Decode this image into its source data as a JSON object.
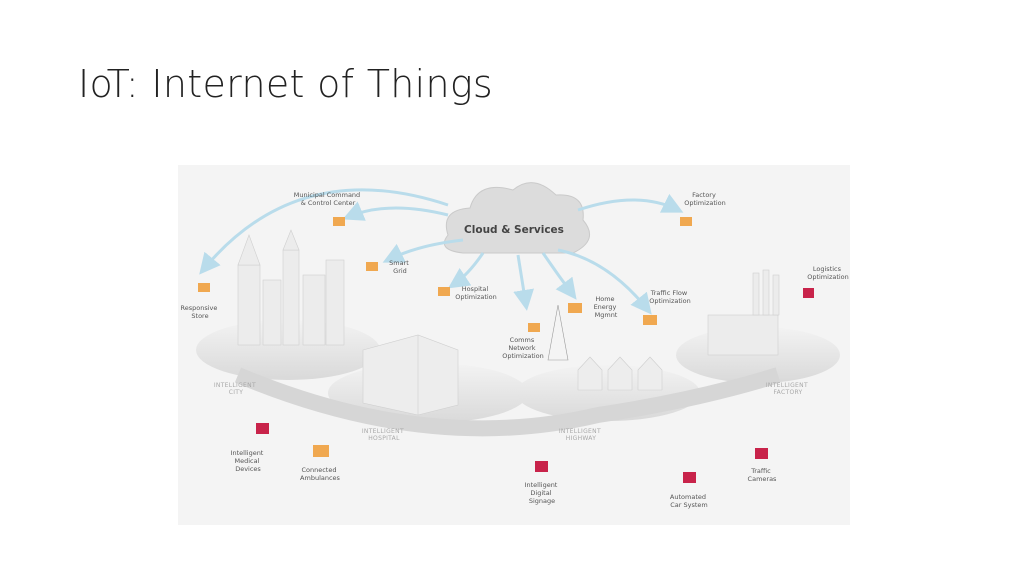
{
  "slide": {
    "title": "IoT: Internet of Things"
  },
  "diagram": {
    "cloud": "Cloud & Services",
    "labels": {
      "municipal": [
        "Municipal Command",
        "& Control Center"
      ],
      "smart_grid": [
        "Smart",
        "Grid"
      ],
      "hospital_opt": [
        "Hospital",
        "Optimization"
      ],
      "responsive_store": [
        "Responsive",
        "Store"
      ],
      "comms": [
        "Comms",
        "Network",
        "Optimization"
      ],
      "home_energy": [
        "Home",
        "Energy",
        "Mgmnt"
      ],
      "traffic_flow": [
        "Traffic Flow",
        "Optimization"
      ],
      "factory_opt": [
        "Factory",
        "Optimization"
      ],
      "logistics": [
        "Logistics",
        "Optimization"
      ],
      "medical": [
        "Intelligent",
        "Medical",
        "Devices"
      ],
      "ambulances": [
        "Connected",
        "Ambulances"
      ],
      "signage": [
        "Intelligent",
        "Digital",
        "Signage"
      ],
      "car_system": [
        "Automated",
        "Car System"
      ],
      "cameras": [
        "Traffic",
        "Cameras"
      ]
    },
    "zones": {
      "city": [
        "INTELLIGENT",
        "CITY"
      ],
      "hospital": [
        "INTELLIGENT",
        "HOSPITAL"
      ],
      "highway": [
        "INTELLIGENT",
        "HIGHWAY"
      ],
      "factory": [
        "INTELLIGENT",
        "FACTORY"
      ]
    },
    "colors": {
      "arrow": "#b9dceb",
      "orange_node": "#f0a850",
      "red_node": "#c8234a",
      "platform": "#e8e8e8"
    }
  }
}
